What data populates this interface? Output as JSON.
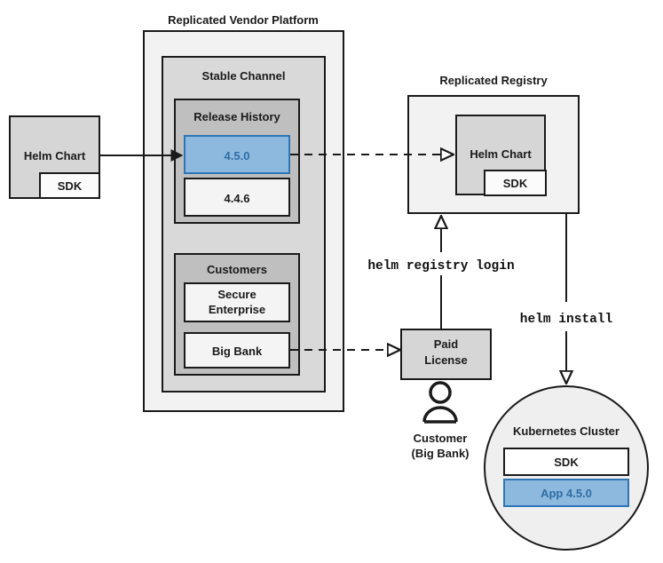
{
  "diagram": {
    "title": "Replicated Vendor Platform Helm distribution flow",
    "colors": {
      "stroke": "#1a1a1a",
      "platform_fill": "#f2f2f2",
      "channel_fill": "#d9d9d9",
      "group_fill": "#bfbfbf",
      "box_fill": "#f4f4f4",
      "chart_fill": "#d6d6d6",
      "accent_blue_fill": "#8db9de",
      "accent_blue_stroke": "#2e75b6",
      "accent_blue_text": "#2e6da4",
      "background": "#ffffff"
    },
    "labels": {
      "vendor_platform_title": "Replicated Vendor Platform",
      "stable_channel": "Stable Channel",
      "release_history": "Release History",
      "release_current": "4.5.0",
      "release_previous": "4.4.6",
      "customers": "Customers",
      "customer_secure_enterprise_line1": "Secure",
      "customer_secure_enterprise_line2": "Enterprise",
      "customer_big_bank": "Big Bank",
      "source_helm_chart": "Helm Chart",
      "source_sdk": "SDK",
      "registry_title": "Replicated Registry",
      "registry_helm_chart": "Helm Chart",
      "registry_sdk": "SDK",
      "paid_license_line1": "Paid",
      "paid_license_line2": "License",
      "customer_person_line1": "Customer",
      "customer_person_line2": "(Big Bank)",
      "cluster_title": "Kubernetes Cluster",
      "cluster_sdk": "SDK",
      "cluster_app": "App 4.5.0",
      "cmd_registry_login": "helm registry login",
      "cmd_helm_install": "helm install"
    }
  }
}
